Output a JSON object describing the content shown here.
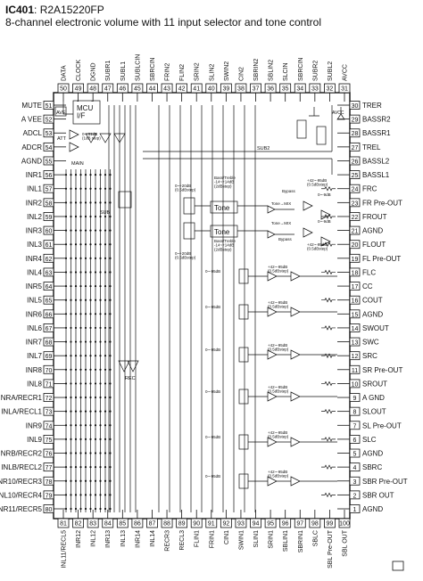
{
  "header": {
    "part": "IC401",
    "model": "R2A15220FP",
    "description": "8-channel electronic volume with 11 input selector and tone control"
  },
  "pins_top": [
    {
      "num": "50",
      "name": "DATA"
    },
    {
      "num": "49",
      "name": "CLOCK"
    },
    {
      "num": "48",
      "name": "DGND"
    },
    {
      "num": "47",
      "name": "SUBR1"
    },
    {
      "num": "46",
      "name": "SUBL1"
    },
    {
      "num": "45",
      "name": "SUBLCIN"
    },
    {
      "num": "44",
      "name": "SBRCIN"
    },
    {
      "num": "43",
      "name": "FRIN2"
    },
    {
      "num": "42",
      "name": "FLIN2"
    },
    {
      "num": "41",
      "name": "SRIN2"
    },
    {
      "num": "40",
      "name": "SLIN2"
    },
    {
      "num": "39",
      "name": "SWIN2"
    },
    {
      "num": "38",
      "name": "CIN2"
    },
    {
      "num": "37",
      "name": "SBRIN2"
    },
    {
      "num": "36",
      "name": "SBLIN2"
    },
    {
      "num": "35",
      "name": "SLCIN"
    },
    {
      "num": "34",
      "name": "SBRCIN"
    },
    {
      "num": "33",
      "name": "SUBR2"
    },
    {
      "num": "32",
      "name": "SUBL2"
    },
    {
      "num": "31",
      "name": "AVCC"
    }
  ],
  "pins_left": [
    {
      "num": "51",
      "name": "MUTE"
    },
    {
      "num": "52",
      "name": "A VEE"
    },
    {
      "num": "53",
      "name": "ADCL"
    },
    {
      "num": "54",
      "name": "ADCR"
    },
    {
      "num": "55",
      "name": "AGND"
    },
    {
      "num": "56",
      "name": "INR1"
    },
    {
      "num": "57",
      "name": "INL1"
    },
    {
      "num": "58",
      "name": "INR2"
    },
    {
      "num": "59",
      "name": "INL2"
    },
    {
      "num": "60",
      "name": "INR3"
    },
    {
      "num": "61",
      "name": "INL3"
    },
    {
      "num": "62",
      "name": "INR4"
    },
    {
      "num": "63",
      "name": "INL4"
    },
    {
      "num": "64",
      "name": "INR5"
    },
    {
      "num": "65",
      "name": "INL5"
    },
    {
      "num": "66",
      "name": "INR6"
    },
    {
      "num": "67",
      "name": "INL6"
    },
    {
      "num": "68",
      "name": "INR7"
    },
    {
      "num": "69",
      "name": "INL7"
    },
    {
      "num": "70",
      "name": "INR8"
    },
    {
      "num": "71",
      "name": "INL8"
    },
    {
      "num": "72",
      "name": "INRA/RECR1"
    },
    {
      "num": "73",
      "name": "INLA/RECL1"
    },
    {
      "num": "74",
      "name": "INR9"
    },
    {
      "num": "75",
      "name": "INL9"
    },
    {
      "num": "76",
      "name": "INRB/RECR2"
    },
    {
      "num": "77",
      "name": "INLB/RECL2"
    },
    {
      "num": "78",
      "name": "INR10/RECR3"
    },
    {
      "num": "79",
      "name": "INL10/RECR4"
    },
    {
      "num": "80",
      "name": "INR11/RECR5"
    }
  ],
  "pins_right": [
    {
      "num": "30",
      "name": "TRER"
    },
    {
      "num": "29",
      "name": "BASSR2"
    },
    {
      "num": "28",
      "name": "BASSR1"
    },
    {
      "num": "27",
      "name": "TREL"
    },
    {
      "num": "26",
      "name": "BASSL2"
    },
    {
      "num": "25",
      "name": "BASSL1"
    },
    {
      "num": "24",
      "name": "FRC"
    },
    {
      "num": "23",
      "name": "FR Pre-OUT"
    },
    {
      "num": "22",
      "name": "FROUT"
    },
    {
      "num": "21",
      "name": "AGND"
    },
    {
      "num": "20",
      "name": "FLOUT"
    },
    {
      "num": "19",
      "name": "FL Pre-OUT"
    },
    {
      "num": "18",
      "name": "FLC"
    },
    {
      "num": "17",
      "name": "CC"
    },
    {
      "num": "16",
      "name": "COUT"
    },
    {
      "num": "15",
      "name": "AGND"
    },
    {
      "num": "14",
      "name": "SWOUT"
    },
    {
      "num": "13",
      "name": "SWC"
    },
    {
      "num": "12",
      "name": "SRC"
    },
    {
      "num": "11",
      "name": "SR Pre-OUT"
    },
    {
      "num": "10",
      "name": "SROUT"
    },
    {
      "num": "9",
      "name": "A GND"
    },
    {
      "num": "8",
      "name": "SLOUT"
    },
    {
      "num": "7",
      "name": "SL Pre-OUT"
    },
    {
      "num": "6",
      "name": "SLC"
    },
    {
      "num": "5",
      "name": "AGND"
    },
    {
      "num": "4",
      "name": "SBRC"
    },
    {
      "num": "3",
      "name": "SBR Pre-OUT"
    },
    {
      "num": "2",
      "name": "SBR OUT"
    },
    {
      "num": "1",
      "name": "AGND"
    }
  ],
  "pins_bottom": [
    {
      "num": "81",
      "name": "INL11/RECL5"
    },
    {
      "num": "82",
      "name": "INR12"
    },
    {
      "num": "83",
      "name": "INL12"
    },
    {
      "num": "84",
      "name": "INR13"
    },
    {
      "num": "85",
      "name": "INL13"
    },
    {
      "num": "86",
      "name": "INR14"
    },
    {
      "num": "87",
      "name": "INL14"
    },
    {
      "num": "88",
      "name": "RECR3"
    },
    {
      "num": "89",
      "name": "RECL3"
    },
    {
      "num": "90",
      "name": "FLIN1"
    },
    {
      "num": "91",
      "name": "FRIN1"
    },
    {
      "num": "92",
      "name": "CIN1"
    },
    {
      "num": "93",
      "name": "SWIN1"
    },
    {
      "num": "94",
      "name": "SLIN1"
    },
    {
      "num": "95",
      "name": "SRIN1"
    },
    {
      "num": "96",
      "name": "SBLIN1"
    },
    {
      "num": "97",
      "name": "SBRIN1"
    },
    {
      "num": "98",
      "name": "SBLC"
    },
    {
      "num": "99",
      "name": "SBL Pre-OUT"
    },
    {
      "num": "100",
      "name": "SBL OUT"
    }
  ],
  "blocks": {
    "mcu_label": "MCU\nI/F",
    "ave_label": "AVE",
    "att_label": "ATT",
    "main_label": "MAIN",
    "sub_label": "SUB",
    "sub2_label": "SUB2",
    "rec_label": "REC",
    "avcc_label": "AVCC",
    "tone_upper": "Tone",
    "tone_lower": "Tone",
    "tone_mix_upper": "Tone→MIX",
    "tone_mix_lower": "Tone→MIX",
    "bypass_upper": "Bypass",
    "bypass_lower": "Bypass",
    "treble_upper": "Bass/Treble\n-14~+14dB\n(2dBstep)",
    "treble_lower": "Bass/Treble\n-14~+14dB\n(2dBstep)",
    "gain_upper": "0~+20dB\n(0.5dBstep)",
    "gain_lower": "0~+20dB\n(0.5dBstep)",
    "vol_label": "+42~-95dB\n(0.5dBstep)",
    "vol_fr": "+42~-95dB\n(0.5dBstep)",
    "vol_fl": "+42~-95dB\n(0.5dBstep)",
    "vol_c": "+42~-95dB\n(0.5dBstep)",
    "vol_sw": "+42~-95dB\n(0.5dBstep)",
    "vol_sr": "+42~-95dB\n(0.5dBstep)",
    "vol_sl": "+42~-95dB\n(0.5dBstep)",
    "vol_sbr": "+42~-95dB\n(0.5dBstep)",
    "vol_sbl": "+42~-95dB\n(0.5dBstep)",
    "zero_ninetyfive": "0~-95dB",
    "mix_gain_fr": "0~-9dB",
    "mix_gain_fl": "0~-9dB",
    "ave_gain": "0~-31dB\n(1dB step)"
  }
}
